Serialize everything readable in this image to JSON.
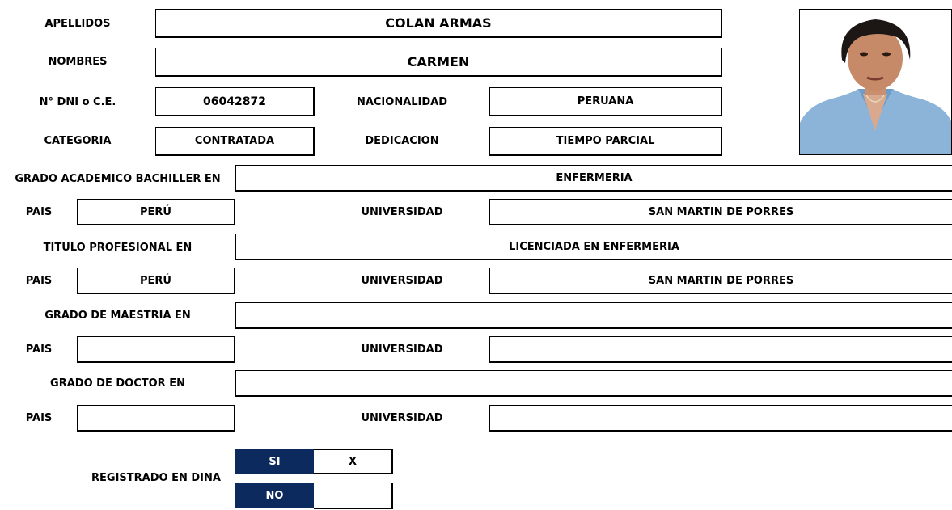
{
  "personal": {
    "apellidos_label": "APELLIDOS",
    "apellidos_value": "COLAN ARMAS",
    "nombres_label": "NOMBRES",
    "nombres_value": "CARMEN",
    "dni_label": "N° DNI o C.E.",
    "dni_value": "06042872",
    "nacionalidad_label": "NACIONALIDAD",
    "nacionalidad_value": "PERUANA",
    "categoria_label": "CATEGORIA",
    "categoria_value": "CONTRATADA",
    "dedicacion_label": "DEDICACION",
    "dedicacion_value": "TIEMPO PARCIAL"
  },
  "bachiller": {
    "label": "GRADO ACADEMICO BACHILLER EN",
    "value": "ENFERMERIA",
    "pais_label": "PAIS",
    "pais_value": "PERÚ",
    "universidad_label": "UNIVERSIDAD",
    "universidad_value": "SAN MARTIN DE PORRES"
  },
  "titulo": {
    "label": "TITULO PROFESIONAL EN",
    "value": "LICENCIADA EN ENFERMERIA",
    "pais_label": "PAIS",
    "pais_value": "PERÚ",
    "universidad_label": "UNIVERSIDAD",
    "universidad_value": "SAN MARTIN DE PORRES"
  },
  "maestria": {
    "label": "GRADO DE MAESTRIA EN",
    "value": "",
    "pais_label": "PAIS",
    "pais_value": "",
    "universidad_label": "UNIVERSIDAD",
    "universidad_value": ""
  },
  "doctor": {
    "label": "GRADO DE DOCTOR EN",
    "value": "",
    "pais_label": "PAIS",
    "pais_value": "",
    "universidad_label": "UNIVERSIDAD",
    "universidad_value": ""
  },
  "dina": {
    "label": "REGISTRADO EN DINA",
    "si_label": "SI",
    "si_value": "X",
    "no_label": "NO",
    "no_value": ""
  },
  "colors": {
    "header_navy": "#0d2a5e"
  }
}
